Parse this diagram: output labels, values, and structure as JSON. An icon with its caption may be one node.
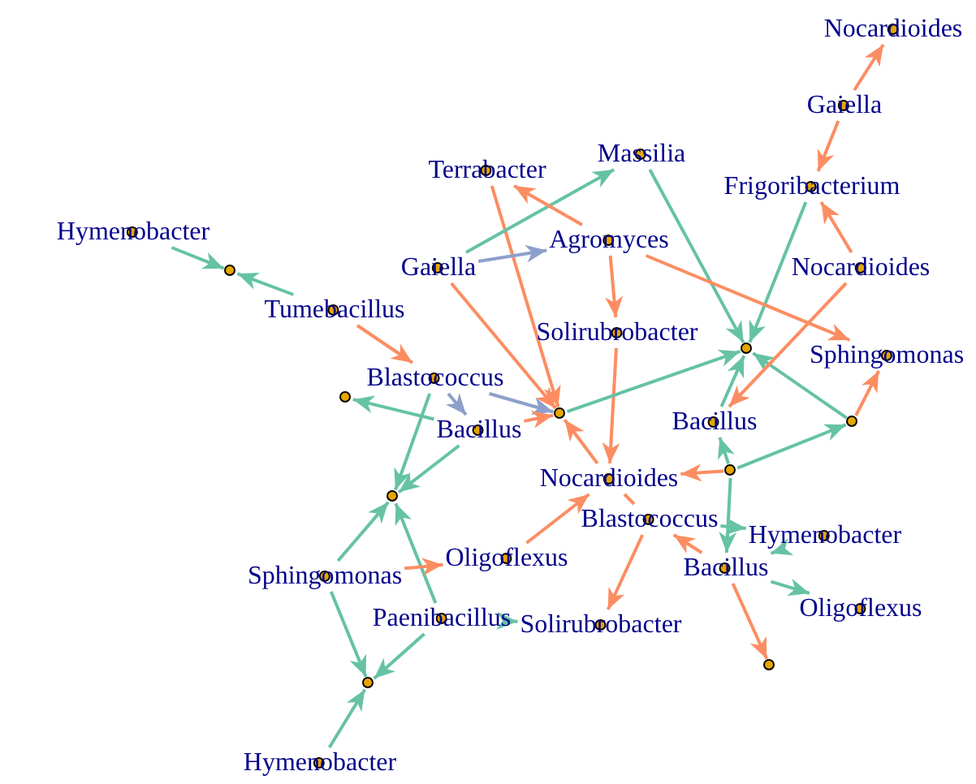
{
  "diagram": {
    "nodes": [
      {
        "text": [
          "Hymenobacter"
        ]
      },
      {
        "text": [],
        "shape": "circle"
      },
      {
        "text": [
          "Tumebacillus"
        ]
      },
      {
        "text": [
          "Blastococcus"
        ]
      },
      {
        "text": [],
        "shape": "circle"
      },
      {
        "text": [
          "Bacillus"
        ]
      },
      {
        "text": [],
        "shape": "circle"
      },
      {
        "text": [
          "Sphingomonas"
        ]
      },
      {
        "text": [
          "Paenibacillus"
        ]
      },
      {
        "text": [],
        "shape": "circle"
      },
      {
        "text": [
          "Hymenobacter"
        ]
      },
      {
        "text": [
          "Oligoflexus"
        ]
      },
      {
        "text": [
          "Solirubrobacter"
        ]
      },
      {
        "text": [
          "Nocardioides"
        ]
      },
      {
        "text": [
          "Blastococcus"
        ]
      },
      {
        "text": [
          "Hymenobacter"
        ]
      },
      {
        "text": [
          "Bacillus"
        ]
      },
      {
        "text": [
          "Oligoflexus"
        ]
      },
      {
        "text": [],
        "shape": "circle"
      },
      {
        "text": [],
        "shape": "circle"
      },
      {
        "text": [],
        "shape": "circle"
      },
      {
        "text": [
          "Solirubrobacter"
        ]
      },
      {
        "text": [
          "Bacillus"
        ]
      },
      {
        "text": [],
        "shape": "circle"
      },
      {
        "text": [],
        "shape": "circle"
      },
      {
        "text": [
          "Massilia"
        ]
      },
      {
        "text": [
          "Terrabacter"
        ]
      },
      {
        "text": [
          "Gaiella"
        ]
      },
      {
        "text": [
          "Agromyces"
        ]
      },
      {
        "text": [
          "Nocardioides"
        ]
      },
      {
        "text": [
          "Sphingomonas"
        ]
      },
      {
        "text": [
          "Frigoribacterium"
        ]
      },
      {
        "text": [
          "Gaiella"
        ]
      },
      {
        "text": [
          "Nocardioides"
        ]
      }
    ],
    "edges": [
      {
        "from": 0,
        "to": 1,
        "arrow": "to"
      },
      {
        "from": 2,
        "to": 1,
        "arrow": "to"
      },
      {
        "from": 2,
        "to": 3,
        "arrow": "to",
        "color": "#fc8d62"
      },
      {
        "from": 3,
        "to": 5,
        "arrow": "to",
        "color": "#8da0cb"
      },
      {
        "from": 5,
        "to": 4,
        "arrow": "to"
      },
      {
        "from": 3,
        "to": 6,
        "arrow": "to"
      },
      {
        "from": 5,
        "to": 6,
        "arrow": "to"
      },
      {
        "from": 3,
        "to": 20,
        "arrow": "to",
        "color": "#8da0cb"
      },
      {
        "from": 5,
        "to": 20,
        "arrow": "to",
        "color": "#fc8d62"
      },
      {
        "from": 7,
        "to": 6,
        "arrow": "to"
      },
      {
        "from": 8,
        "to": 6,
        "arrow": "to"
      },
      {
        "from": 7,
        "to": 9,
        "arrow": "to"
      },
      {
        "from": 8,
        "to": 9,
        "arrow": "to"
      },
      {
        "from": 10,
        "to": 9,
        "arrow": "to"
      },
      {
        "from": 7,
        "to": 11,
        "arrow": "to",
        "color": "#fc8d62"
      },
      {
        "from": 11,
        "to": 13,
        "arrow": "to",
        "color": "#fc8d62"
      },
      {
        "from": 8,
        "to": 12,
        "arrow": "to"
      },
      {
        "from": 14,
        "to": 12,
        "arrow": "to",
        "color": "#fc8d62"
      },
      {
        "from": 16,
        "to": 14,
        "arrow": "to",
        "color": "#fc8d62"
      },
      {
        "from": 13,
        "to": 14,
        "arrow": "none",
        "color": "#fc8d62"
      },
      {
        "from": 16,
        "to": 18,
        "arrow": "to",
        "color": "#fc8d62"
      },
      {
        "from": 19,
        "to": 13,
        "arrow": "to",
        "color": "#fc8d62"
      },
      {
        "from": 19,
        "to": 22,
        "arrow": "to"
      },
      {
        "from": 19,
        "to": 23,
        "arrow": "to"
      },
      {
        "from": 19,
        "to": 16,
        "arrow": "to"
      },
      {
        "from": 15,
        "to": 16,
        "arrow": "to"
      },
      {
        "from": 14,
        "to": 15,
        "arrow": "to"
      },
      {
        "from": 16,
        "to": 17,
        "arrow": "to"
      },
      {
        "from": 21,
        "to": 13,
        "arrow": "to",
        "color": "#fc8d62"
      },
      {
        "from": 13,
        "to": 20,
        "arrow": "to",
        "color": "#fc8d62"
      },
      {
        "from": 20,
        "to": 24,
        "arrow": "to"
      },
      {
        "from": 22,
        "to": 24,
        "arrow": "to"
      },
      {
        "from": 23,
        "to": 24,
        "arrow": "to"
      },
      {
        "from": 25,
        "to": 24,
        "arrow": "to"
      },
      {
        "from": 31,
        "to": 24,
        "arrow": "to"
      },
      {
        "from": 26,
        "to": 20,
        "arrow": "to",
        "color": "#fc8d62"
      },
      {
        "from": 27,
        "to": 20,
        "arrow": "to",
        "color": "#fc8d62"
      },
      {
        "from": 28,
        "to": 21,
        "arrow": "to",
        "color": "#fc8d62"
      },
      {
        "from": 27,
        "to": 25,
        "arrow": "to"
      },
      {
        "from": 27,
        "to": 28,
        "arrow": "to",
        "color": "#8da0cb"
      },
      {
        "from": 28,
        "to": 26,
        "arrow": "to",
        "color": "#fc8d62"
      },
      {
        "from": 29,
        "to": 31,
        "arrow": "to",
        "color": "#fc8d62"
      },
      {
        "from": 32,
        "to": 33,
        "arrow": "to",
        "color": "#fc8d62"
      },
      {
        "from": 32,
        "to": 31,
        "arrow": "to",
        "color": "#fc8d62"
      },
      {
        "from": 28,
        "to": 30,
        "arrow": "to",
        "color": "#fc8d62"
      },
      {
        "from": 23,
        "to": 30,
        "arrow": "to",
        "color": "#fc8d62"
      },
      {
        "from": 29,
        "to": 22,
        "arrow": "to",
        "color": "#fc8d62"
      }
    ]
  }
}
